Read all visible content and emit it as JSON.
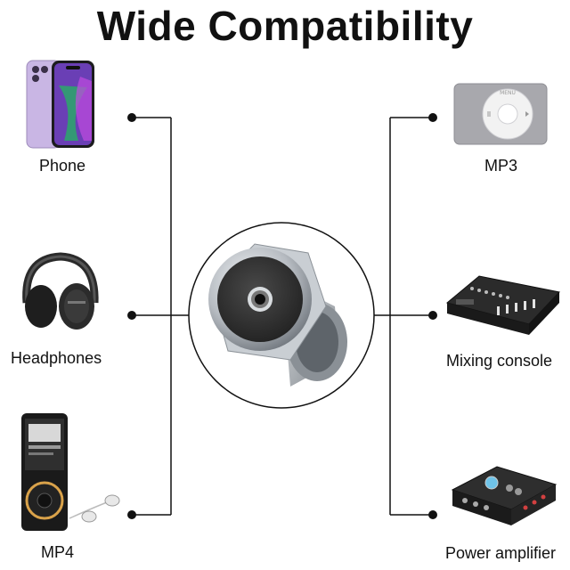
{
  "title": "Wide Compatibility",
  "left_devices": [
    {
      "label": "Phone",
      "icon": "phone-icon"
    },
    {
      "label": "Headphones",
      "icon": "headphones-icon"
    },
    {
      "label": "MP4",
      "icon": "mp4-player-icon"
    }
  ],
  "right_devices": [
    {
      "label": "MP3",
      "icon": "mp3-player-icon"
    },
    {
      "label": "Mixing console",
      "icon": "mixing-console-icon"
    },
    {
      "label": "Power amplifier",
      "icon": "power-amplifier-icon"
    }
  ],
  "center_product": {
    "icon": "audio-jack-socket-icon"
  },
  "colors": {
    "line": "#111111",
    "phone_body": "#c9b6e4",
    "phone_screen": "#6a3fb5",
    "mp3_body": "#a8a8ad",
    "metal": "#c8ccd0",
    "dark": "#2a2a2a"
  }
}
